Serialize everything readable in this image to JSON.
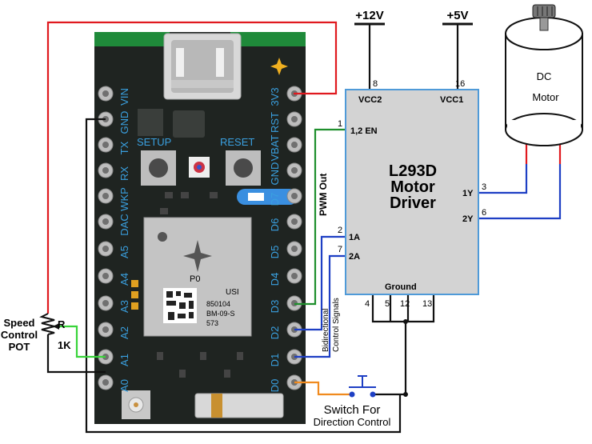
{
  "supply": {
    "v12": "+12V",
    "v5": "+5V"
  },
  "motor": {
    "line1": "DC",
    "line2": "Motor"
  },
  "driver": {
    "title1": "L293D",
    "title2": "Motor",
    "title3": "Driver",
    "vcc2_label": "VCC2",
    "vcc1_label": "VCC1",
    "en_label": "1,2 EN",
    "in1_label": "1A",
    "in2_label": "2A",
    "out1_label": "1Y",
    "out2_label": "2Y",
    "ground_label": "Ground",
    "pin_vcc2": "8",
    "pin_vcc1": "16",
    "pin_en": "1",
    "pin_in1": "2",
    "pin_in2": "7",
    "pin_out1": "3",
    "pin_out2": "6",
    "pin_g1": "4",
    "pin_g2": "5",
    "pin_g3": "12",
    "pin_g4": "13"
  },
  "board": {
    "left_pins": [
      "VIN",
      "GND",
      "TX",
      "RX",
      "WKP",
      "DAC",
      "A5",
      "A4",
      "A3",
      "A2",
      "A1",
      "A0"
    ],
    "right_pins": [
      "3V3",
      "RST",
      "VBAT",
      "GND",
      "D7",
      "D6",
      "D5",
      "D4",
      "D3",
      "D2",
      "D1",
      "D0"
    ],
    "setup_label": "SETUP",
    "reset_label": "RESET",
    "module_name": "P0",
    "module_brand": "USI",
    "module_code1": "850104",
    "module_code2": "BM-09-S",
    "module_code3": "573"
  },
  "labels": {
    "pwm_out": "PWM Out",
    "bidir_line1": "Bidirectional",
    "bidir_line2": "Control Signals",
    "pot_line1": "Speed",
    "pot_line2": "Control",
    "pot_line3": "POT",
    "pot_r": "R",
    "pot_1k": "1K",
    "switch_line1": "Switch For",
    "switch_line2": "Direction Control"
  },
  "colors": {
    "board": "#1f2421",
    "board_green": "#1f8a3a",
    "pin_label": "#3aa0e0",
    "driver_fill": "#d3d3d3",
    "driver_border": "#4f9ad8",
    "wire_red": "#e0191f",
    "wire_black": "#111111",
    "wire_green": "#1f8f2d",
    "wire_blue": "#1e3fc4",
    "wire_orange": "#f08a1e",
    "wire_bright_green": "#39d43a"
  }
}
